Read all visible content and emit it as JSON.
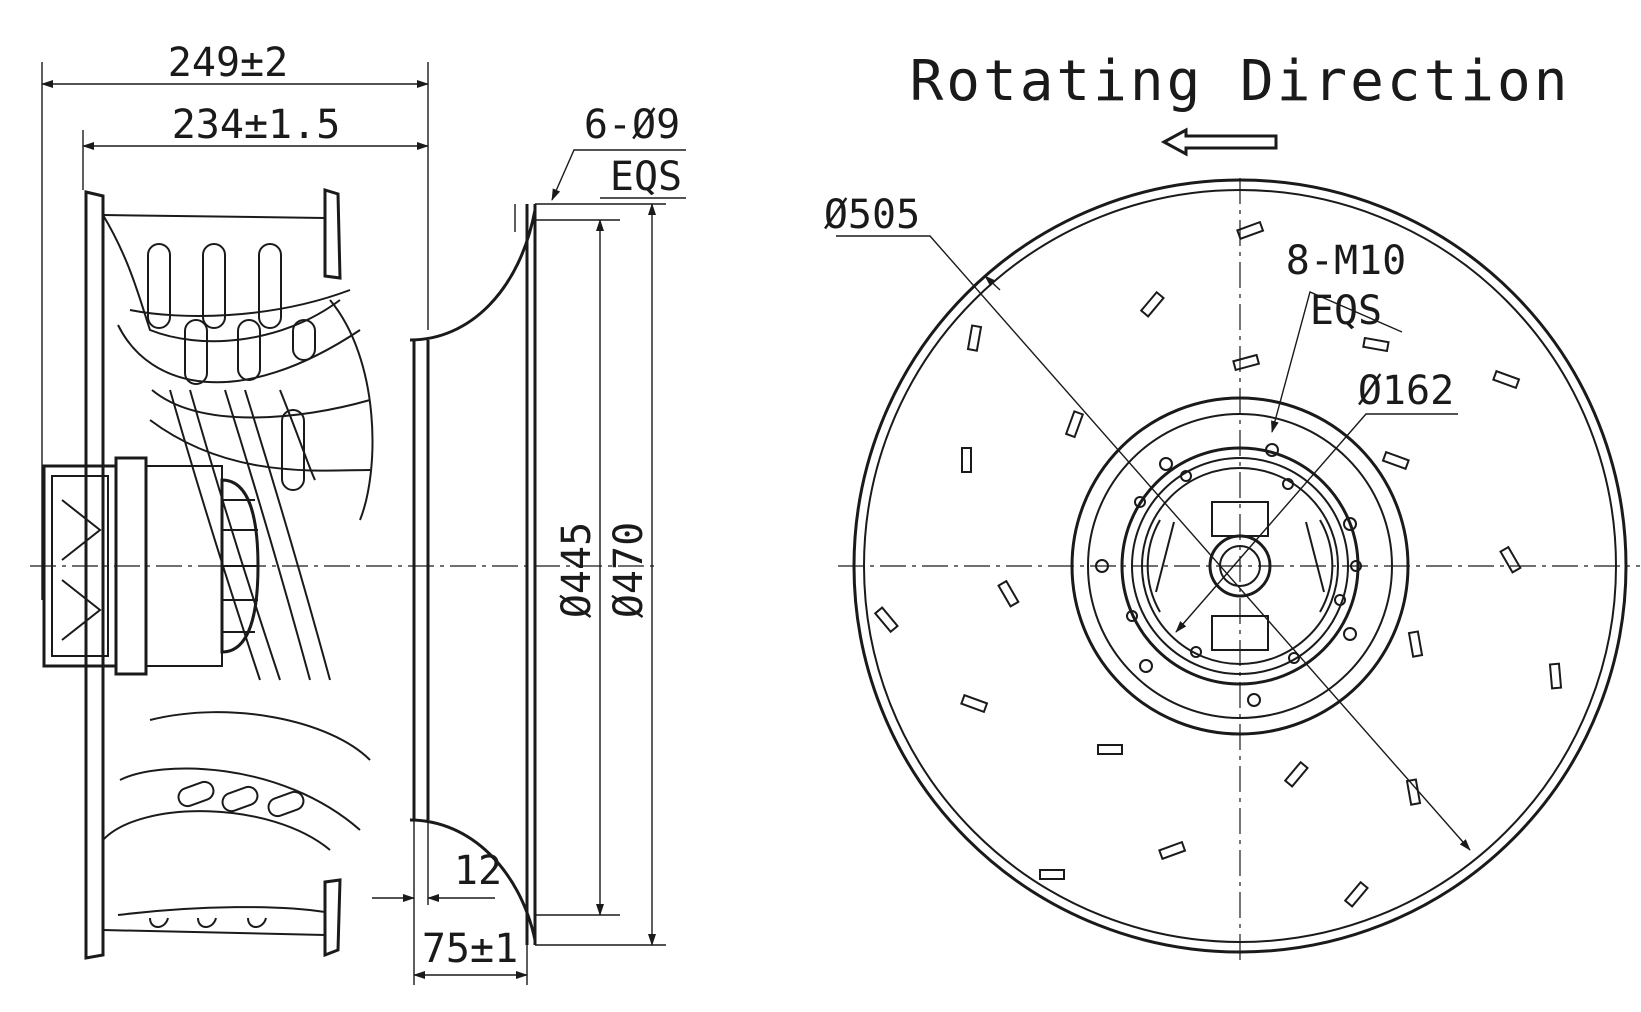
{
  "labels": {
    "overall_length": "249±2",
    "impeller_length": "234±1.5",
    "mount_holes": "6-Ø9",
    "mount_holes_spacing": "EQS",
    "inner_diameter": "Ø445",
    "outer_diameter": "Ø470",
    "flange_thickness": "12",
    "inlet_depth": "75±1",
    "rotation_title": "Rotating Direction",
    "impeller_diameter": "Ø505",
    "hub_threads": "8-M10",
    "hub_threads_spacing": "EQS",
    "hub_diameter": "Ø162"
  },
  "colors": {
    "ink": "#1a1a1a",
    "paper": "#ffffff"
  }
}
